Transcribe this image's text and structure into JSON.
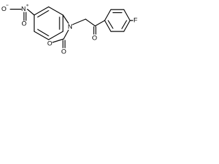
{
  "molecule": {
    "atoms": {
      "nitro_o_left": "O",
      "nitro_o_left_charge": "−",
      "nitro_n": "N",
      "nitro_n_charge": "+",
      "nitro_o_bottom": "O",
      "ring_n": "N",
      "ring_o": "O",
      "carbonyl_o_ring": "O",
      "ketone_o": "O",
      "fluorine": "F"
    }
  }
}
